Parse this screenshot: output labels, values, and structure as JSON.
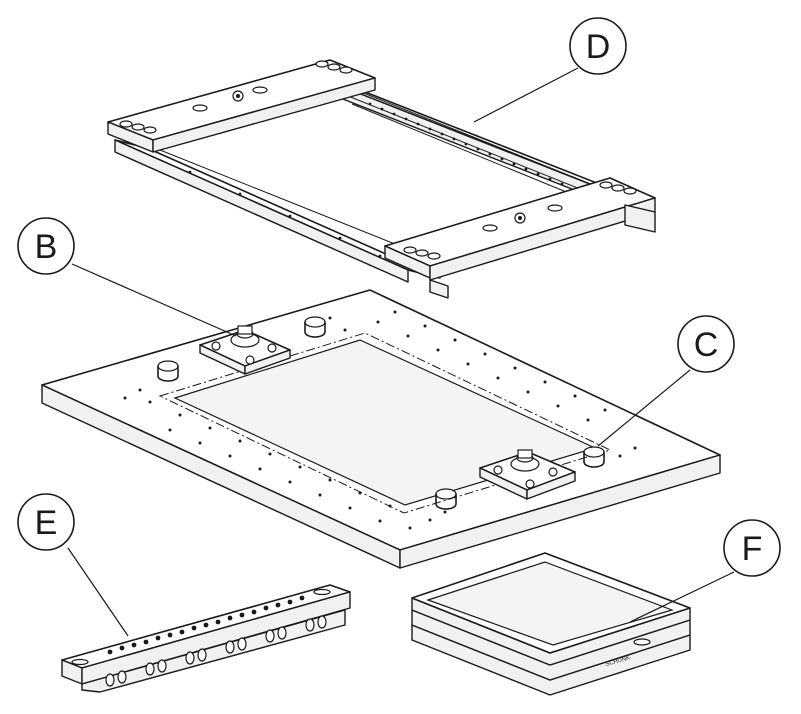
{
  "callouts": {
    "b": "B",
    "c": "C",
    "d": "D",
    "e": "E",
    "f": "F"
  },
  "icons": {
    "frame": "rectangular-frame-assembly",
    "plate": "base-plate-with-clamping-modules",
    "rail": "clamping-rail",
    "tray": "stacked-trays"
  },
  "colors": {
    "line": "#1a1a1a",
    "background": "#ffffff"
  }
}
